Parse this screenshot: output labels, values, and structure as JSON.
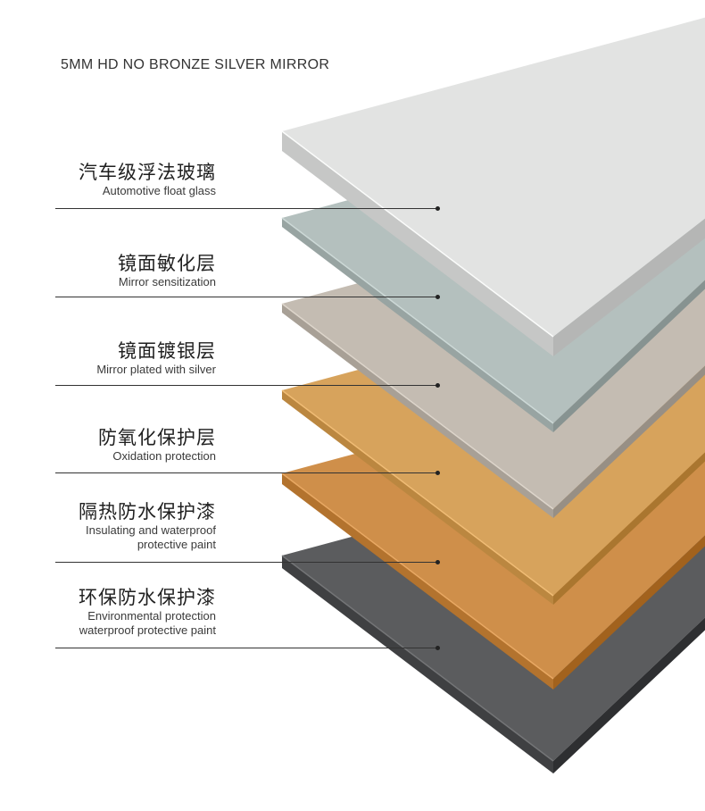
{
  "title": "5MM HD NO BRONZE SILVER MIRROR",
  "layers": [
    {
      "zh": "汽车级浮法玻璃",
      "en": [
        "Automotive float glass"
      ],
      "color": "#e2e3e2"
    },
    {
      "zh": "镜面敏化层",
      "en": [
        "Mirror sensitization"
      ],
      "color": "#b4c0be"
    },
    {
      "zh": "镜面镀银层",
      "en": [
        "Mirror plated with silver"
      ],
      "color": "#c4bcb2"
    },
    {
      "zh": "防氧化保护层",
      "en": [
        "Oxidation protection"
      ],
      "color": "#d7a35c"
    },
    {
      "zh": "隔热防水保护漆",
      "en": [
        "Insulating and waterproof",
        "protective paint"
      ],
      "color": "#cf8f4a"
    },
    {
      "zh": "环保防水保护漆",
      "en": [
        "Environmental protection",
        "waterproof protective paint"
      ],
      "color": "#5b5c5e"
    }
  ]
}
